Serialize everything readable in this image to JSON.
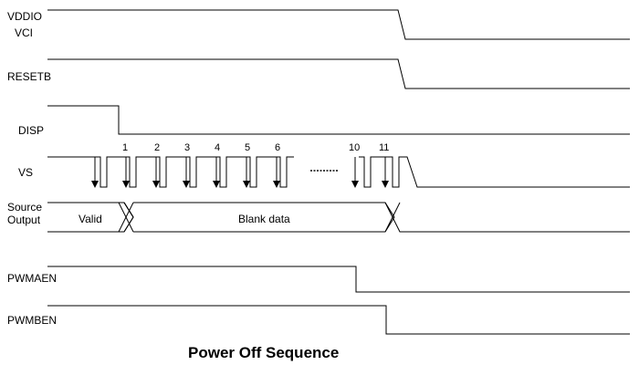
{
  "title": "Power Off Sequence",
  "signals": [
    {
      "id": "vddio",
      "label_lines": [
        "VDDIO",
        "VCI"
      ]
    },
    {
      "id": "resetb",
      "label_lines": [
        "RESETB"
      ]
    },
    {
      "id": "disp",
      "label_lines": [
        "DISP"
      ]
    },
    {
      "id": "vs",
      "label_lines": [
        "VS"
      ]
    },
    {
      "id": "source",
      "label_lines": [
        "Source",
        "Output"
      ]
    },
    {
      "id": "pwmaen",
      "label_lines": [
        "PWMAEN"
      ]
    },
    {
      "id": "pwmben",
      "label_lines": [
        "PWMBEN"
      ]
    }
  ],
  "vs_frame_numbers": [
    "1",
    "2",
    "3",
    "4",
    "5",
    "6",
    "10",
    "11"
  ],
  "source_segments": {
    "valid": "Valid",
    "blank": "Blank data"
  }
}
